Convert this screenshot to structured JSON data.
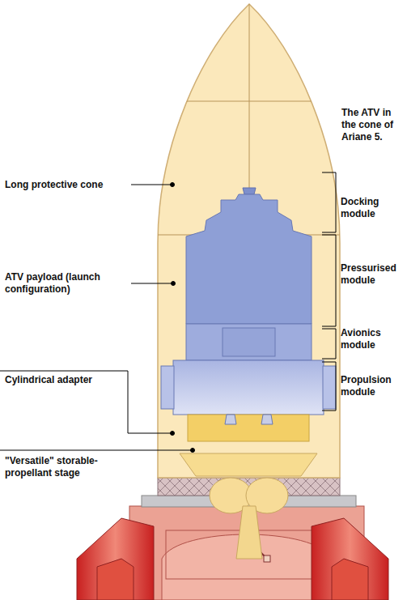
{
  "diagram": {
    "title": "The ATV in the cone of Ariane 5.",
    "labels": [
      "Long protective cone",
      "ATV payload (launch configuration)",
      "Cylindrical adapter",
      "\"Versatile\" storable-propellant stage",
      "Docking module",
      "Pressurised module",
      "Avionics module",
      "Propulsion module"
    ]
  }
}
